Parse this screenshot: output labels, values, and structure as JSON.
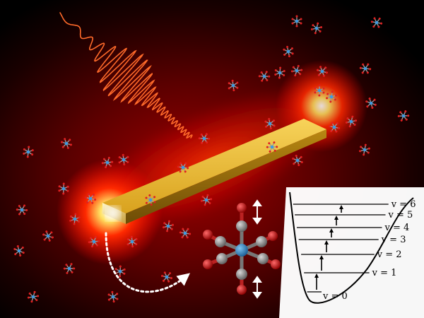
{
  "energy_levels": {
    "labels": [
      "v = 0",
      "v = 1",
      "v = 2",
      "v = 3",
      "v = 4",
      "v = 5",
      "v = 6"
    ]
  },
  "colors": {
    "background": "#000000",
    "glow": "#ff1a00",
    "gold": "#e0b02a",
    "pulse": "#ff6a2a",
    "carbon": "#8a8a8a",
    "oxygen": "#d11a1a",
    "metal": "#2f8fd0",
    "diagram_panel": "#ffffff"
  },
  "icons": {
    "molecule": "metal-hexacarbonyl",
    "pulse": "laser-pulse-wave",
    "rod": "gold-nanorod",
    "arrow": "dotted-curved-arrow"
  }
}
